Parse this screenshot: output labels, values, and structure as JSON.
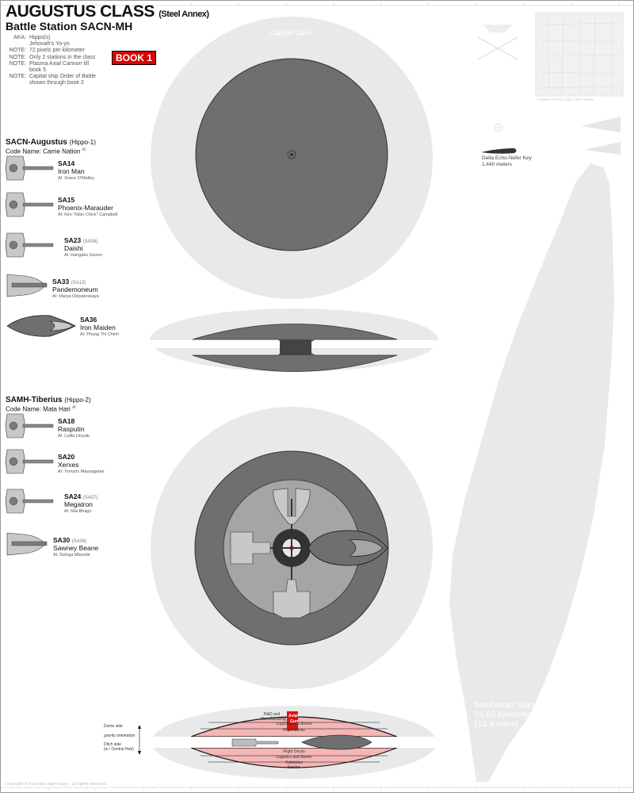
{
  "header": {
    "title": "AUGUSTUS CLASS",
    "title_annex": "(Steel Annex)",
    "subtitle": "Battle Station SACN-MH",
    "book_badge": "BOOK 1"
  },
  "notes": [
    {
      "key": "AKA:",
      "text": "Hippo(s)"
    },
    {
      "key": "",
      "text": "Jehovah's Yo-yo"
    },
    {
      "key": "NOTE:",
      "text": "72 pixels per kilometer"
    },
    {
      "key": "NOTE:",
      "text": "Only 2 stations in the class"
    },
    {
      "key": "NOTE:",
      "text": "Plasma Axial Cannon till"
    },
    {
      "key": "",
      "text": "book 5"
    },
    {
      "key": "NOTE:",
      "text": "Capital ship Order of Battle"
    },
    {
      "key": "",
      "text": "shown through book 2"
    }
  ],
  "top_label": "Caligula Class",
  "stations": [
    {
      "name": "SACN-Augustus",
      "nickname": "(Hippo-1)",
      "codename_label": "Code Name:",
      "codename": "Carrie Nation",
      "codename_sup": "AI",
      "ships": [
        {
          "code": "SA14",
          "alt": "",
          "name": "Iron Man",
          "ai": "AI: Grace O'Malley"
        },
        {
          "code": "SA15",
          "alt": "",
          "name": "Phoenix-Marauder",
          "ai": "AI: Kim \"Killer Chick\" Campbell"
        },
        {
          "code": "SA23",
          "alt": "(SA06)",
          "name": "Daishi",
          "ai": "AI: Hangaku Gozen"
        },
        {
          "code": "SA33",
          "alt": "(SA13)",
          "name": "Pandemoneum",
          "ai": "AI: Marya Oktyabrskaya"
        },
        {
          "code": "SA36",
          "alt": "",
          "name": "Iron Maiden",
          "ai": "AI: Phung Thi Chinh"
        }
      ]
    },
    {
      "name": "SAMH-Tiberius",
      "nickname": "(Hippo-2)",
      "codename_label": "Code Name:",
      "codename": "Mata Hari",
      "codename_sup": "AI",
      "ships": [
        {
          "code": "SA18",
          "alt": "",
          "name": "Rasputin",
          "ai": "AI: Lydia Litvyak"
        },
        {
          "code": "SA20",
          "alt": "",
          "name": "Xerxes",
          "ai": "AI: Tomyris Massagetae"
        },
        {
          "code": "SA24",
          "alt": "(SA07)",
          "name": "Megatron",
          "ai": "AI: Mai Bhago"
        },
        {
          "code": "SA30",
          "alt": "(SA06)",
          "name": "Sawney Beane",
          "ai": "AI: Nzinga Mbande"
        }
      ]
    }
  ],
  "key_ship": {
    "name": "Delta Echo-Nefer Key",
    "size": "1,440 meters"
  },
  "assimilation": "ASSIMILATION CUBE    3,040 meters",
  "manhattan": {
    "name": "Manhattan Island",
    "km": "21.65 kilometers",
    "mi": "(13.4 miles)"
  },
  "cross_section": {
    "dome_side": "Dome side",
    "gravity": "gravity  orientation",
    "ditch_side": "Ditch side",
    "ditch_sub": "(w / Central Hub)",
    "rd": "R&D and",
    "rd2": "Manufacturing",
    "axial": "Axial",
    "axial2": "Gun",
    "decks": [
      "Logistics and Stores",
      "Flight Decks",
      "Flight Decks",
      "Logistics and Stores",
      "Habitation",
      "Section"
    ]
  },
  "copyright": "copyright © nicholas ralph baum - all rights reserved",
  "colors": {
    "halo": "#e8e8e8",
    "dark_hull": "#6e6e6e",
    "mid_hull": "#9a9a9a",
    "light_hull": "#c2c2c2",
    "badge": "#dd0000",
    "deck_pink": "#f4b6b6",
    "ruler": "#f0a0a0"
  }
}
